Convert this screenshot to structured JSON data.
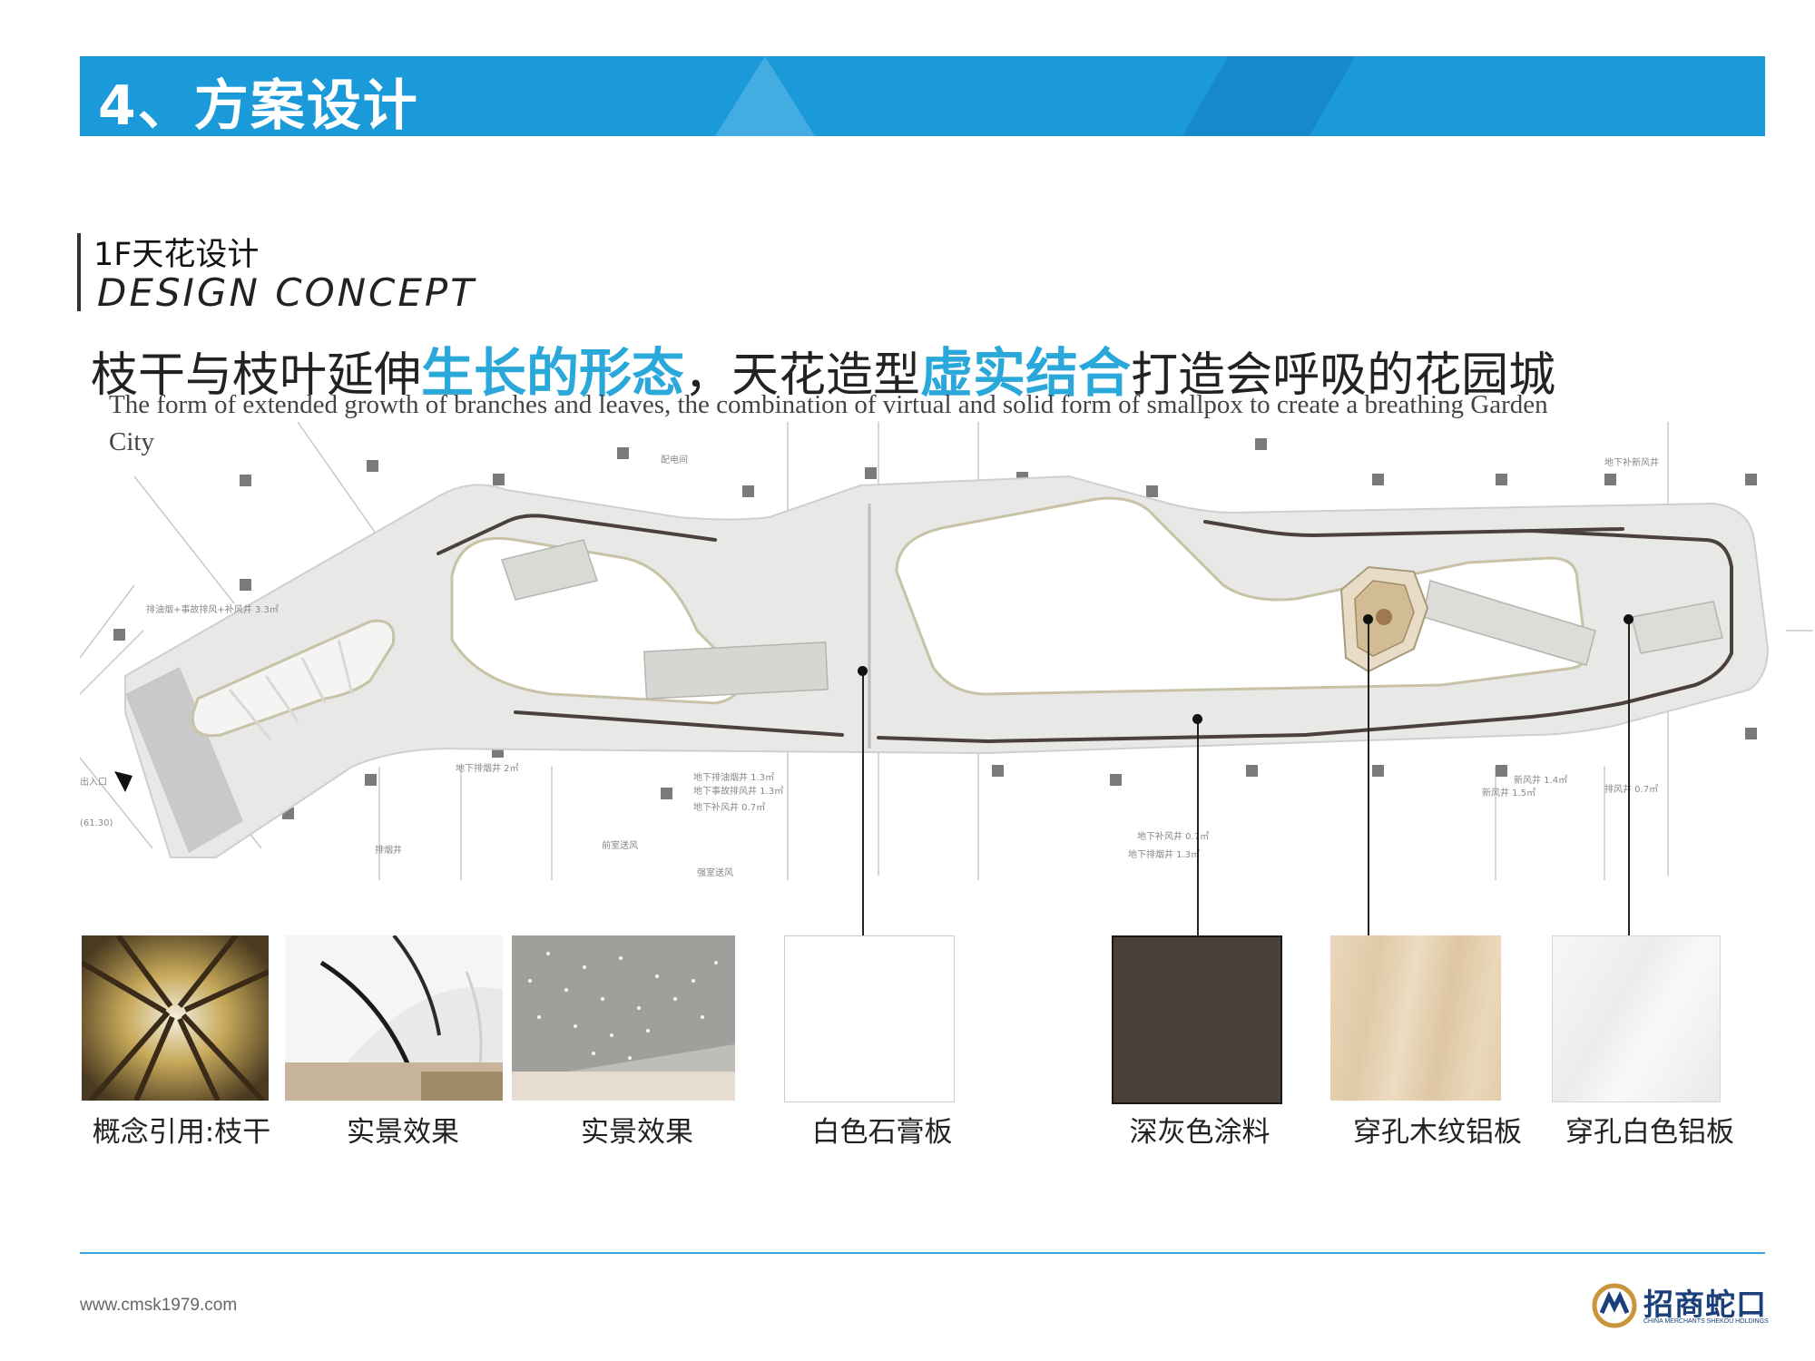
{
  "header": {
    "title": "4、方案设计"
  },
  "section": {
    "title": "1F天花设计",
    "subtitle": "DESIGN CONCEPT"
  },
  "headline": {
    "part1": "枝干与枝叶延伸",
    "hl1": "生长的形态",
    "part2": "，天花造型",
    "hl2": "虚实结合",
    "part3": "打造会呼吸的花园城"
  },
  "description": "The form of extended growth of branches and leaves, the combination of virtual and solid form of smallpox to create a breathing Garden City",
  "plan": {
    "labels": [
      "排油烟+事故排风+补风井 3.3㎡",
      "地下排烟井 2㎡",
      "地下排油烟井 1.3㎡",
      "地下事故排风井 1.3㎡",
      "地下补风井 0.7㎡",
      "地下补风井 0.7㎡",
      "地下排烟井 1.3㎡",
      "新风井 1.4㎡",
      "地下补新风井",
      "新风井 1.5㎡",
      "排风井 0.7㎡",
      "排烟井",
      "配电间",
      "强室送风",
      "前室送风",
      "出入口",
      "(61.30)"
    ]
  },
  "materials": [
    {
      "caption": "概念引用:枝干",
      "icon": "forest-photo"
    },
    {
      "caption": "实景效果",
      "icon": "curved-ceiling-photo"
    },
    {
      "caption": "实景效果",
      "icon": "perforated-ceiling-photo"
    },
    {
      "caption": "白色石膏板",
      "color": "#ffffff"
    },
    {
      "caption": "深灰色涂料",
      "color": "#4a4038"
    },
    {
      "caption": "穿孔木纹铝板",
      "color": "#e6d2b3"
    },
    {
      "caption": "穿孔白色铝板",
      "color": "#f2f2f2"
    }
  ],
  "footer": {
    "url": "www.cmsk1979.com",
    "logo_cn": "招商蛇口",
    "logo_en": "CHINA MERCHANTS SHEKOU HOLDINGS"
  },
  "colors": {
    "header_blue": "#1a9ad9",
    "highlight": "#2aa8d9",
    "footer_line": "#3aa7dc",
    "logo_navy": "#1b3f7a",
    "logo_gold": "#c8963c"
  }
}
